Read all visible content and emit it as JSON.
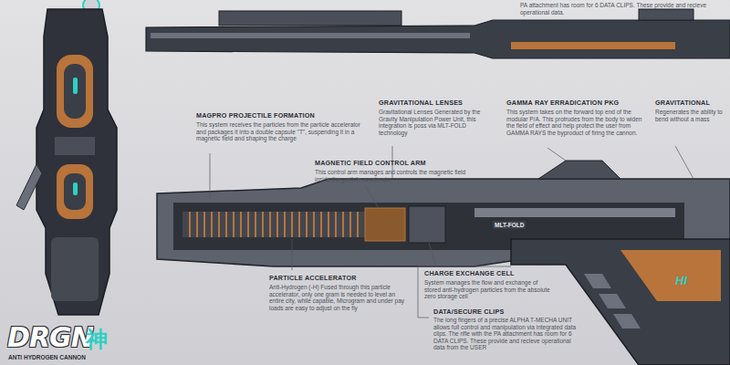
{
  "diagram": {
    "labels": [
      "PA attachment has room for 6 DATA CLIPS. These provide and recieve operational data.",
      "GRAVITATIONAL LENSES",
      "Gravitational Lenses Generated by the Gravity Manipulation Power Unit, this integration is poss via MLT-FOLD technology",
      "GAMMA RAY ERRADICATION PKG",
      "This system takes on the forward top end of the modular P/A. This protrudes from the body to widen the field of effect and help protect the user from GAMMA RAYS the byproduct of firing the cannon.",
      "GRAVITATIONAL",
      "Regenerates the ability to bend without a mass",
      "MAGPRO PROJECTILE FORMATION",
      "This system receives the particles from the particle accelerator and packages it into a double capsule \"T\", suspending it in a magnetic field and shaping the charge",
      "MAGNETIC FIELD CONTROL ARM",
      "This control arm manages and controls the magnetic field inside the particle accelerator",
      "MLT-FOLD",
      "PARTICLE ACCELERATOR",
      "Anti-Hydrogen (-H) Fused through this particle accelerator, only one gram is needed to level an entire city, while capable, Microgram and under pay loads are easy to adjust on the fly",
      "CHARGE EXCHANGE CELL",
      "System manages the flow and exchange of stored anti-hydrogen particles from the absolute zero storage cell",
      "DATA/SECURE CLIPS",
      "The long fingers of a precise ALPHA T-MECHA UNIT allows full control and manipulation via integrated data clips. The rifle with the PA attachment has room for 6 DATA CLIPS. These provide and recieve operational data from the USER",
      "HI",
      "DRGN",
      "神",
      "ANTI HYDROGEN CANNON"
    ]
  }
}
